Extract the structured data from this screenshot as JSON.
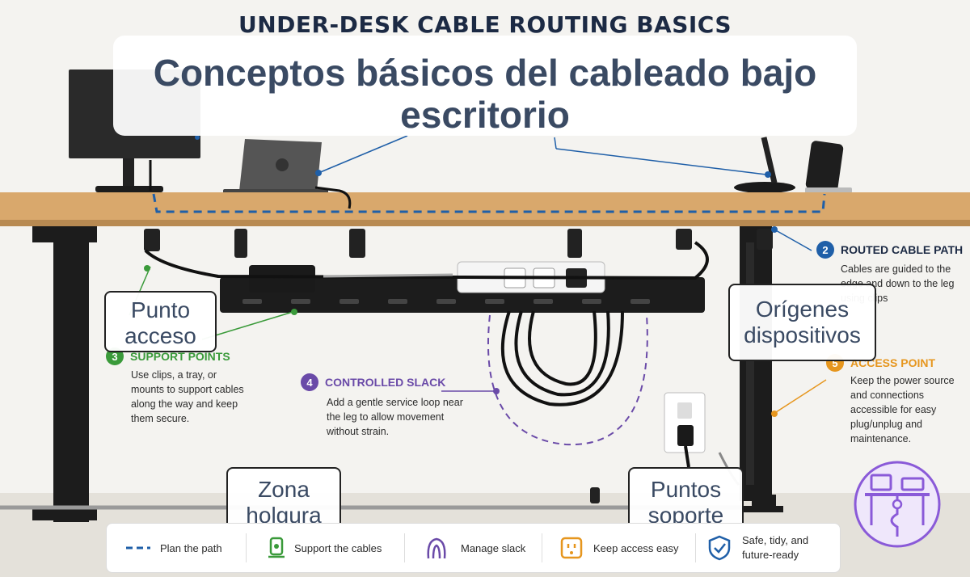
{
  "title_en": "UNDER-DESK CABLE ROUTING BASICS",
  "title_es": "Conceptos básicos del cableado bajo escritorio",
  "overlay_labels": {
    "access_point": "Punto acceso",
    "device_origins": "Orígenes dispositivos",
    "slack_zone": "Zona holgura",
    "support_points": "Puntos soporte"
  },
  "steps": [
    {
      "num": "2",
      "title": "ROUTED CABLE PATH",
      "text": "Cables are guided to the edge and down to the leg using clips",
      "color": "#1f5fa8"
    },
    {
      "num": "3",
      "title": "SUPPORT POINTS",
      "text": "Use clips, a tray, or mounts to support cables along the way and keep them secure.",
      "color": "#3a9a3a"
    },
    {
      "num": "4",
      "title": "CONTROLLED SLACK",
      "text": "Add a gentle service loop near the leg to allow movement without strain.",
      "color": "#6a4aa8"
    },
    {
      "num": "5",
      "title": "ACCESS POINT",
      "text": "Keep the power source and connections accessible for easy plug/unplug and maintenance.",
      "color": "#e6961e"
    }
  ],
  "legend": [
    {
      "icon": "dashed-line-icon",
      "label": "Plan the path"
    },
    {
      "icon": "clip-icon",
      "label": "Support the cables"
    },
    {
      "icon": "loop-icon",
      "label": "Manage slack"
    },
    {
      "icon": "outlet-icon",
      "label": "Keep access easy"
    },
    {
      "icon": "shield-check-icon",
      "label": "Safe, tidy, and future-ready"
    }
  ],
  "colors": {
    "navy": "#1c2a44",
    "path_blue": "#1f5fa8",
    "support_green": "#3a9a3a",
    "slack_purple": "#6a4aa8",
    "access_orange": "#e6961e",
    "desk_wood": "#d9a86c"
  }
}
